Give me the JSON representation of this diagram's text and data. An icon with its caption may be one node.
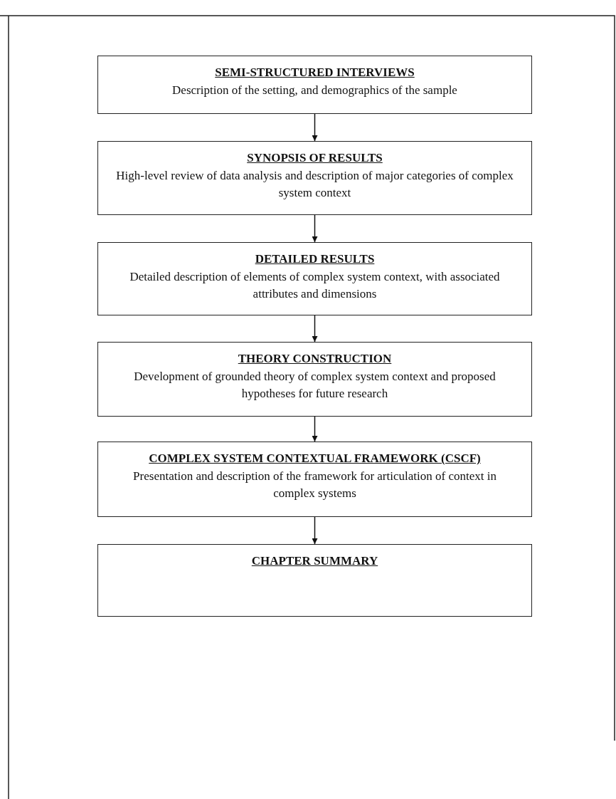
{
  "diagram": {
    "nodes": [
      {
        "text": [
          "SEMI-STRUCTURED INTERVIEWS",
          "Description of the setting, and demographics of the sample"
        ]
      },
      {
        "text": [
          "SYNOPSIS OF RESULTS",
          "High-level review of data analysis and description of major categories of complex system context"
        ]
      },
      {
        "text": [
          "DETAILED RESULTS",
          "Detailed description of elements of complex system context, with associated attributes and dimensions"
        ]
      },
      {
        "text": [
          "THEORY CONSTRUCTION",
          "Development of grounded theory of complex system context and proposed hypotheses for future research"
        ]
      },
      {
        "text": [
          "COMPLEX SYSTEM CONTEXTUAL FRAMEWORK (CSCF)",
          "Presentation and description of the framework for articulation of context in complex systems"
        ]
      },
      {
        "text": [
          "CHAPTER SUMMARY"
        ]
      }
    ],
    "edges": [
      {
        "from": 0,
        "to": 1,
        "arrow": "to"
      },
      {
        "from": 1,
        "to": 2,
        "arrow": "to"
      },
      {
        "from": 2,
        "to": 3,
        "arrow": "to"
      },
      {
        "from": 3,
        "to": 4,
        "arrow": "to"
      },
      {
        "from": 4,
        "to": 5,
        "arrow": "to"
      }
    ]
  }
}
